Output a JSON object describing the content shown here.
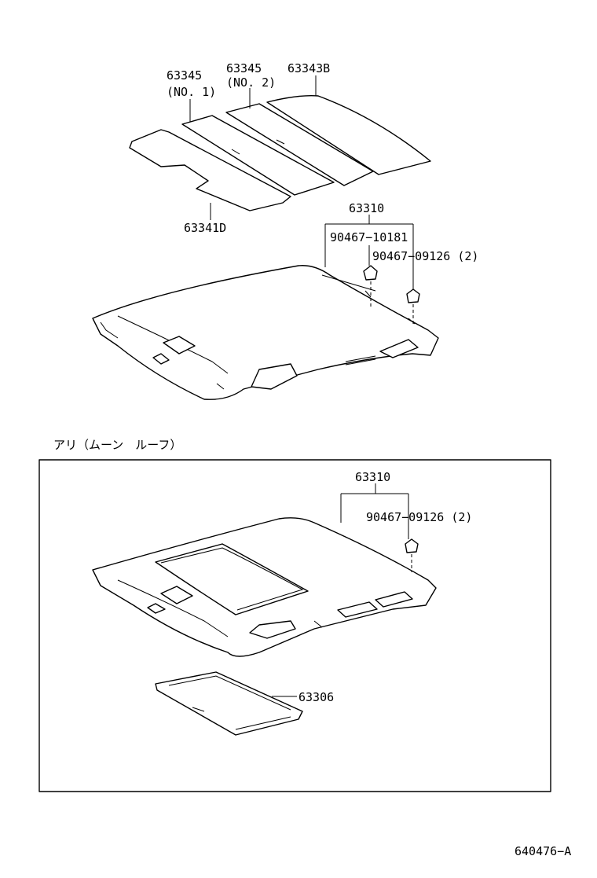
{
  "labels": {
    "part_63345_no1": "63345",
    "part_63345_no1_sub": "(NO. 1)",
    "part_63345_no2": "63345",
    "part_63345_no2_sub": "(NO. 2)",
    "part_63343b": "63343B",
    "part_63341d": "63341D",
    "part_63310_top": "63310",
    "part_90467_10181": "90467−10181",
    "part_90467_09126_top": "90467−09126 (2)",
    "section_title": "アリ（ムーン　ルーフ）",
    "part_63310_box": "63310",
    "part_90467_09126_box": "90467−09126 (2)",
    "part_63306": "63306",
    "figure_id": "640476−A"
  }
}
